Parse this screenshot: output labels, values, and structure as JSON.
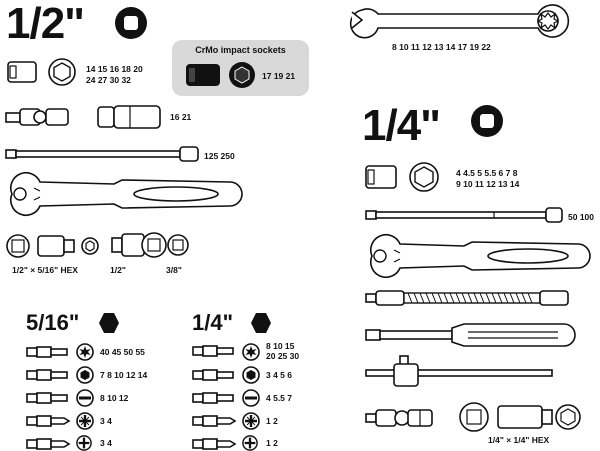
{
  "headings": {
    "half": "1/2\"",
    "quarter": "1/4\"",
    "five_sixteenths": "5/16\"",
    "quarter_bits": "1/4\""
  },
  "half_inch": {
    "socket_sizes_row1": "14  15  16  18  20",
    "socket_sizes_row2": "24  27  30  32",
    "deep_sockets": "16  21",
    "extensions": "125  250",
    "adapter_label": "1/2\" × 5/16\" HEX",
    "reducer_label_left": "1/2\"",
    "reducer_label_right": "3/8\""
  },
  "impact_sockets": {
    "title": "CrMo impact sockets",
    "sizes": "17  19  21"
  },
  "wrench_sizes": "8  10  11  12  13  14  17  19  22",
  "quarter_inch": {
    "socket_sizes_row1": "4  4.5  5  5.5  6  7  8",
    "socket_sizes_row2": "9  10  11  12  13  14",
    "extensions": "50  100",
    "adapter_label": "1/4\" × 1/4\" HEX"
  },
  "bits_5_16": [
    {
      "icon": "torx-icon",
      "sizes": "40  45  50  55"
    },
    {
      "icon": "hex-icon",
      "sizes": "7  8  10  12  14"
    },
    {
      "icon": "slot-icon",
      "sizes": "8  10  12"
    },
    {
      "icon": "pozidriv-icon",
      "sizes": "3  4"
    },
    {
      "icon": "phillips-icon",
      "sizes": "3  4"
    }
  ],
  "bits_1_4": [
    {
      "icon": "torx-icon",
      "sizes": "8  10  15",
      "sizes2": "20  25  30"
    },
    {
      "icon": "hex-icon",
      "sizes": "3  4  5  6"
    },
    {
      "icon": "slot-icon",
      "sizes": "4  5.5  7"
    },
    {
      "icon": "pozidriv-icon",
      "sizes": "1  2"
    },
    {
      "icon": "phillips-icon",
      "sizes": "1  2"
    }
  ]
}
